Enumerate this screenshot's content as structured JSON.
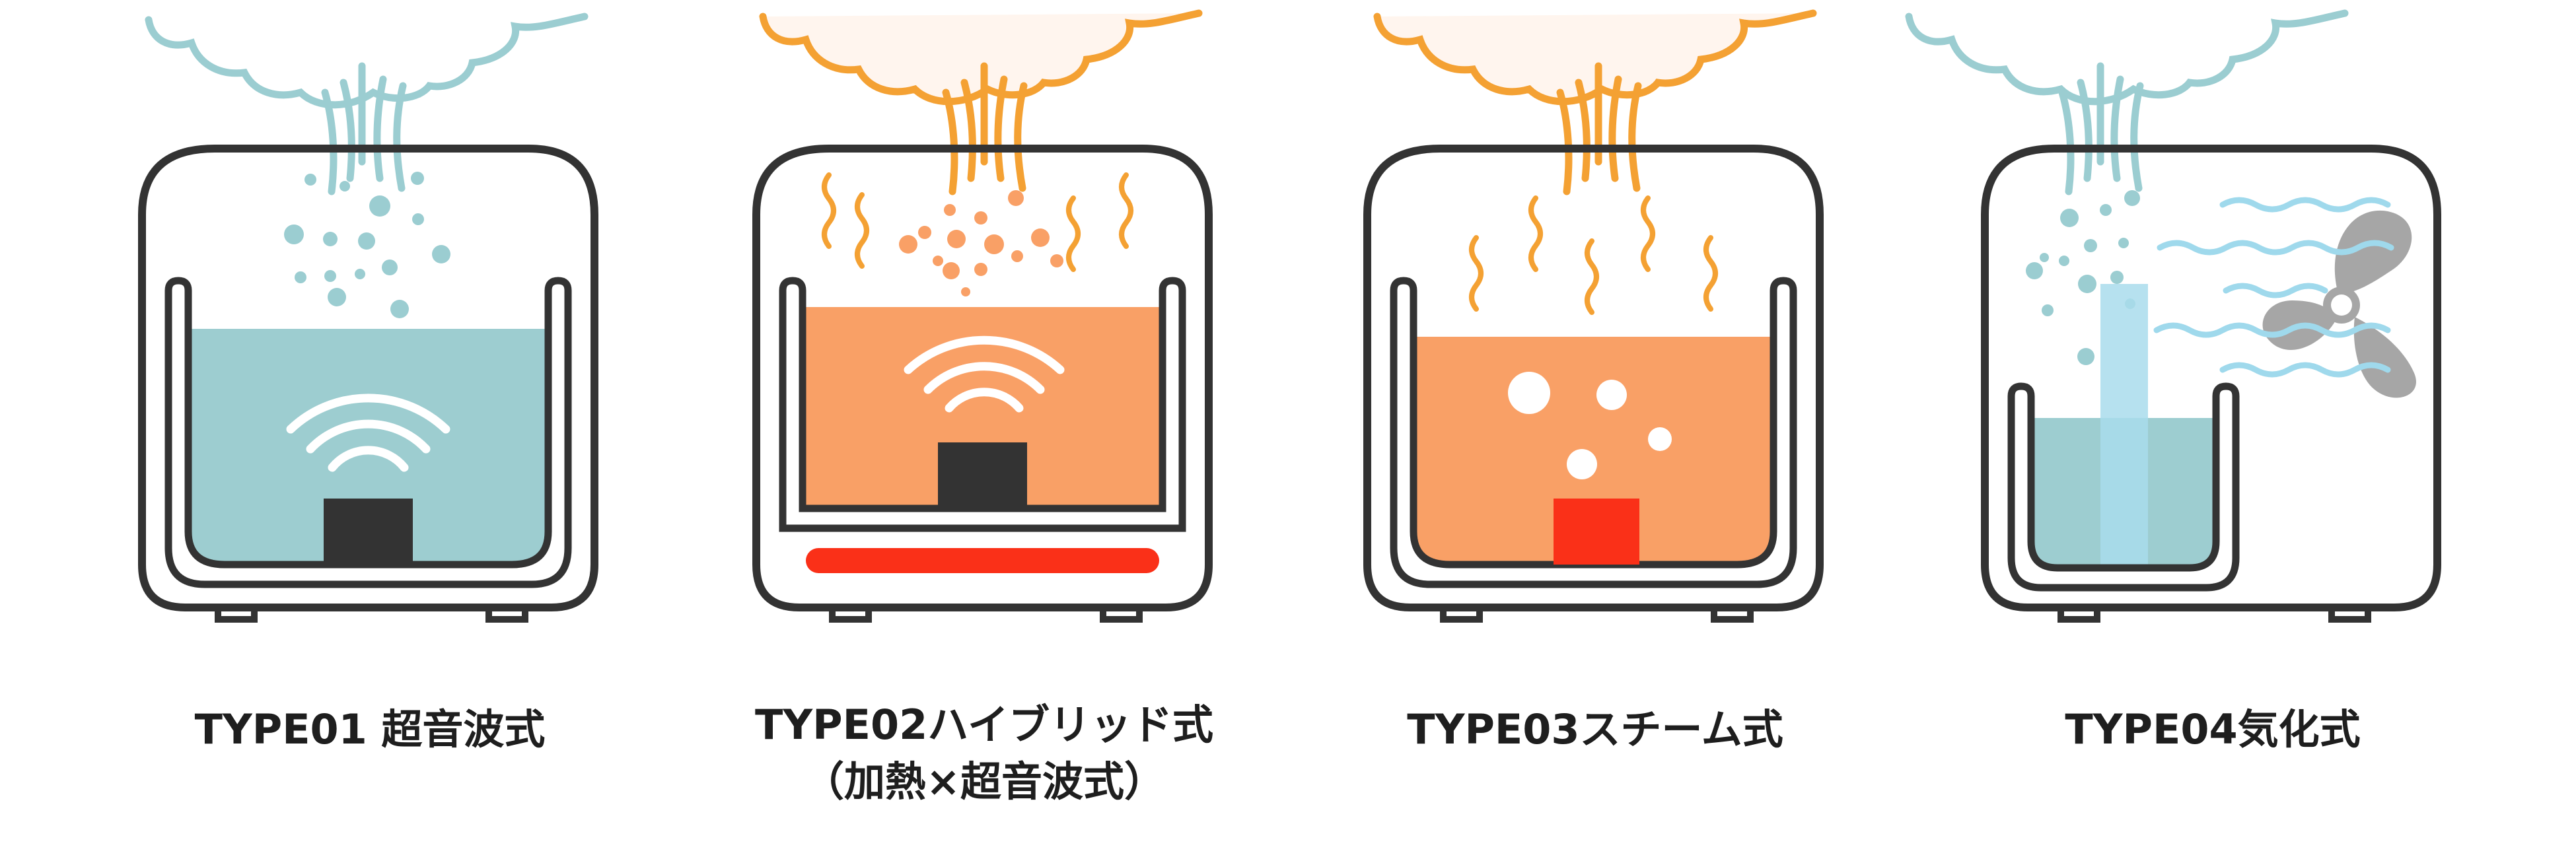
{
  "colors": {
    "outline": "#333333",
    "water_cool": "#9dcdd0",
    "water_warm": "#f9a066",
    "mist_cool": "#9bcdd1",
    "mist_warm": "#f4a133",
    "heater_red": "#fa3018",
    "fan_gray": "#a6a6a6",
    "air_blue": "#9fd9ec",
    "wick_blue": "#a9dcec"
  },
  "units": [
    {
      "label": "TYPE01 超音波式"
    },
    {
      "label": "TYPE02ハイブリッド式",
      "label_sub": "（加熱×超音波式）"
    },
    {
      "label": "TYPE03スチーム式"
    },
    {
      "label": "TYPE04気化式"
    }
  ]
}
